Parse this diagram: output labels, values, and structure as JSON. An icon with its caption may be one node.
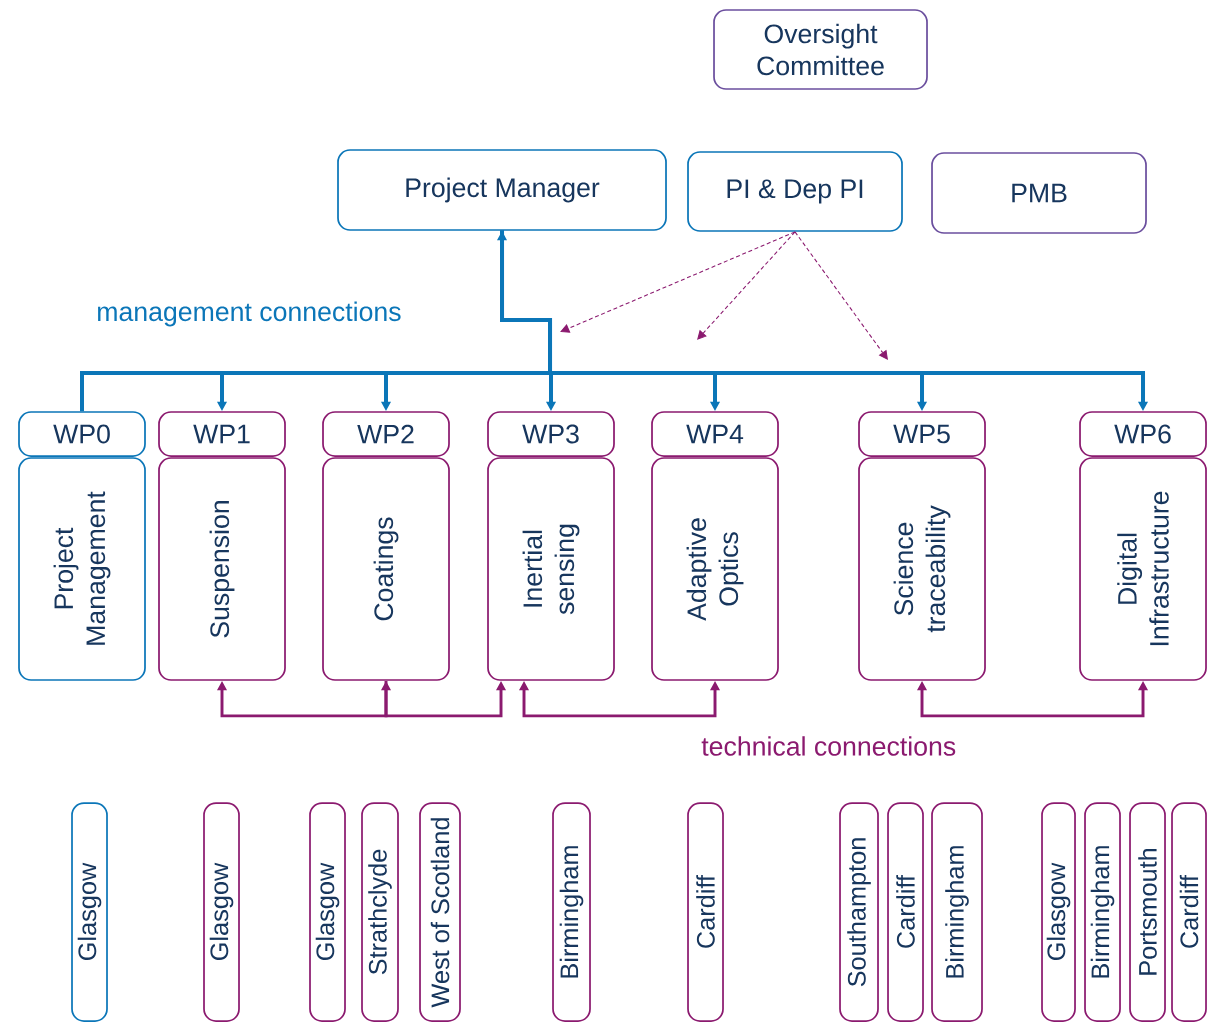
{
  "diagram": {
    "nodes": [
      {
        "text": [
          "Oversight Committee"
        ]
      },
      {
        "text": [
          "Project Manager"
        ]
      },
      {
        "text": [
          "PI & Dep PI"
        ]
      },
      {
        "text": [
          "PMB"
        ]
      },
      {
        "text": [
          "WP0"
        ]
      },
      {
        "text": [
          "Project Management"
        ]
      },
      {
        "text": [
          "WP1"
        ]
      },
      {
        "text": [
          "Suspension"
        ]
      },
      {
        "text": [
          "WP2"
        ]
      },
      {
        "text": [
          "Coatings"
        ]
      },
      {
        "text": [
          "WP3"
        ]
      },
      {
        "text": [
          "Inertial sensing"
        ]
      },
      {
        "text": [
          "WP4"
        ]
      },
      {
        "text": [
          "Adaptive Optics"
        ]
      },
      {
        "text": [
          "WP5"
        ]
      },
      {
        "text": [
          "Science traceability"
        ]
      },
      {
        "text": [
          "WP6"
        ]
      },
      {
        "text": [
          "Digital Infrastructure"
        ]
      },
      {
        "text": [
          "Glasgow"
        ]
      },
      {
        "text": [
          "Glasgow"
        ]
      },
      {
        "text": [
          "Glasgow"
        ]
      },
      {
        "text": [
          "Strathclyde"
        ]
      },
      {
        "text": [
          "West of Scotland"
        ]
      },
      {
        "text": [
          "Birmingham"
        ]
      },
      {
        "text": [
          "Cardiff"
        ]
      },
      {
        "text": [
          "Southampton"
        ]
      },
      {
        "text": [
          "Cardiff"
        ]
      },
      {
        "text": [
          "Birmingham"
        ]
      },
      {
        "text": [
          "Glasgow"
        ]
      },
      {
        "text": [
          "Birmingham"
        ]
      },
      {
        "text": [
          "Portsmouth"
        ]
      },
      {
        "text": [
          "Cardiff"
        ]
      }
    ],
    "edges": [
      {
        "from": 4,
        "to": 1,
        "arrow": "to"
      },
      {
        "from": 1,
        "to": 6,
        "arrow": "to"
      },
      {
        "from": 1,
        "to": 8,
        "arrow": "to"
      },
      {
        "from": 1,
        "to": 10,
        "arrow": "to"
      },
      {
        "from": 1,
        "to": 12,
        "arrow": "to"
      },
      {
        "from": 1,
        "to": 14,
        "arrow": "to"
      },
      {
        "from": 1,
        "to": 16,
        "arrow": "to"
      },
      {
        "from": 7,
        "to": 9,
        "arrow": "both",
        "color": "#8b1a6f"
      },
      {
        "from": 9,
        "to": 11,
        "arrow": "to",
        "color": "#8b1a6f"
      },
      {
        "from": 11,
        "to": 13,
        "arrow": "both",
        "color": "#8b1a6f"
      },
      {
        "from": 15,
        "to": 17,
        "arrow": "both",
        "color": "#8b1a6f"
      },
      {
        "from": 2,
        "to": null,
        "arrow": "to",
        "style": "dashed",
        "color": "#8b1a6f"
      },
      {
        "from": 2,
        "to": null,
        "arrow": "to",
        "style": "dashed",
        "color": "#8b1a6f"
      },
      {
        "from": 2,
        "to": null,
        "arrow": "to",
        "style": "dashed",
        "color": "#8b1a6f"
      }
    ],
    "labels": [
      "management connections",
      "technical connections"
    ]
  }
}
